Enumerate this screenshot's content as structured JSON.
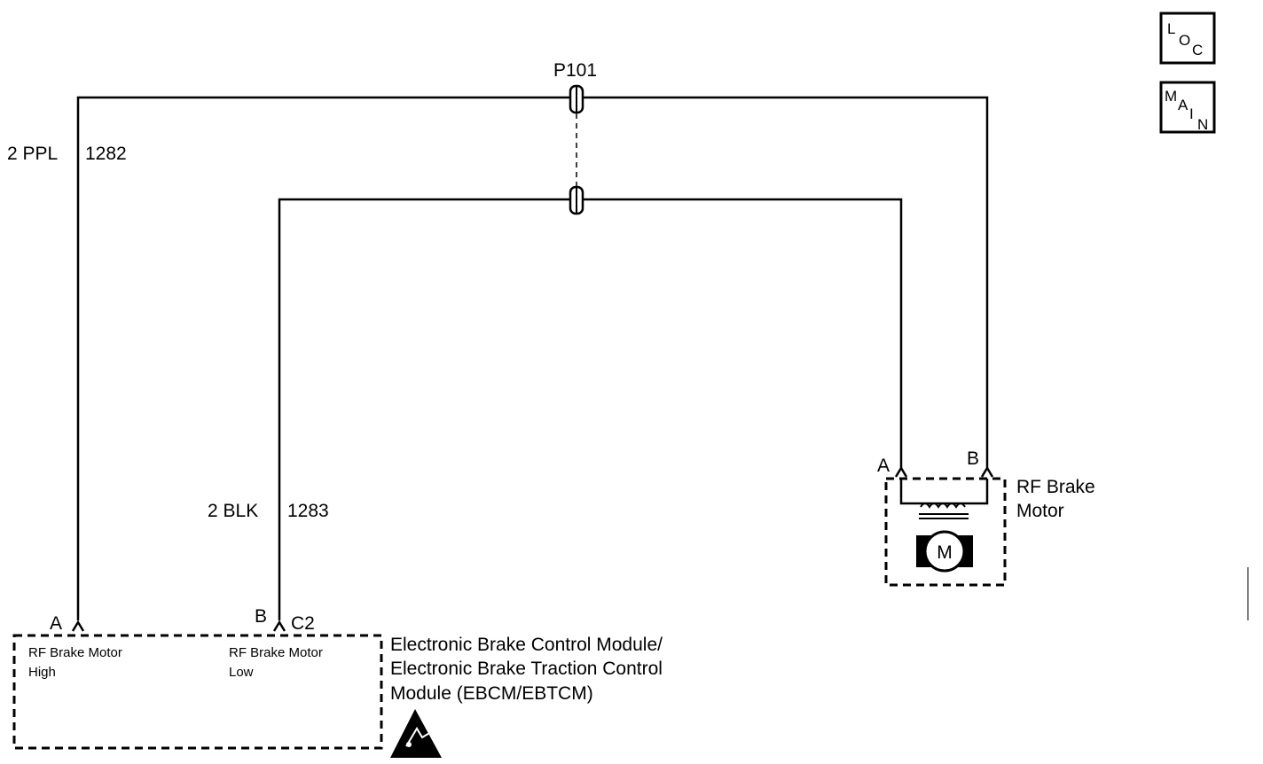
{
  "connector": {
    "name": "P101"
  },
  "wires": [
    {
      "gauge_color": "2 PPL",
      "circuit": "1282"
    },
    {
      "gauge_color": "2 BLK",
      "circuit": "1283"
    }
  ],
  "ebcm": {
    "connector": "C2",
    "pin_a": "A",
    "pin_b": "B",
    "pin_a_desc": [
      "RF Brake Motor",
      "High"
    ],
    "pin_b_desc": [
      "RF Brake Motor",
      "Low"
    ],
    "title": [
      "Electronic Brake Control Module/",
      "Electronic Brake Traction Control",
      "Module (EBCM/EBTCM)"
    ]
  },
  "motor": {
    "pin_a": "A",
    "pin_b": "B",
    "symbol": "M",
    "title": [
      "RF Brake",
      "Motor"
    ]
  },
  "badges": {
    "loc": [
      "L",
      "O",
      "C"
    ],
    "main": [
      "M",
      "A",
      "I",
      "N"
    ]
  },
  "icons": {
    "esd": "esd-warning-icon",
    "motor": "motor-icon"
  }
}
